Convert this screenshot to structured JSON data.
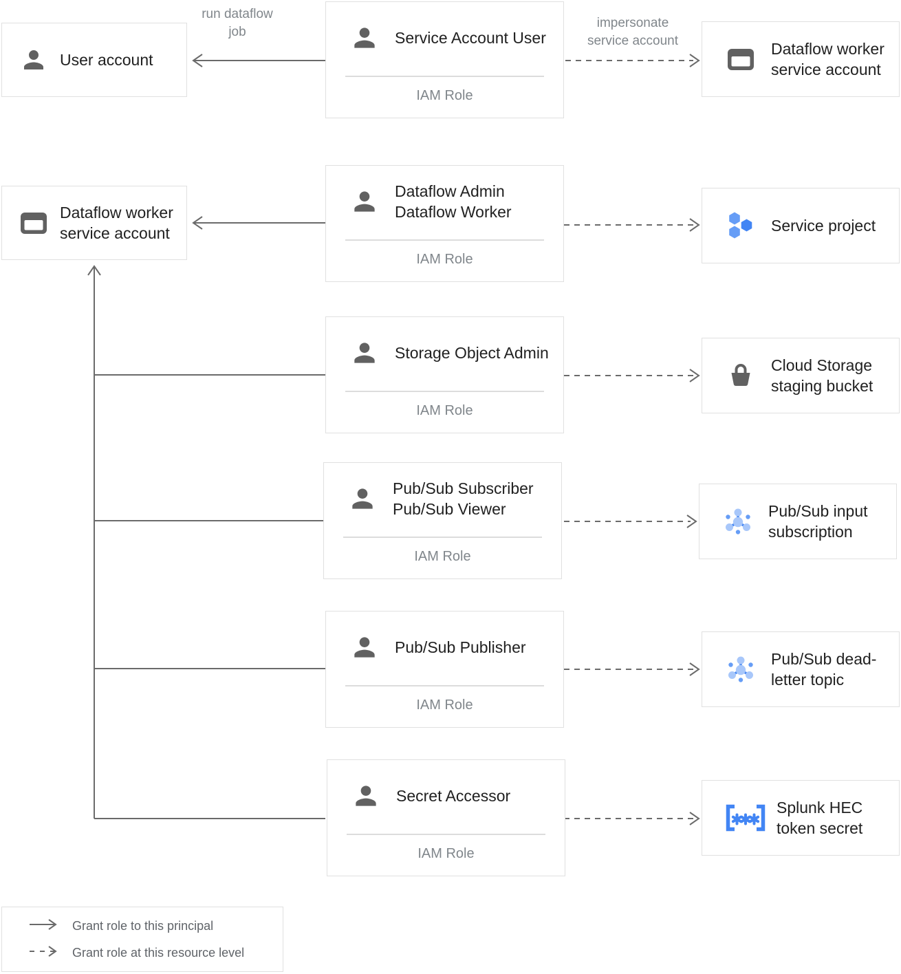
{
  "edge_labels": {
    "run_dataflow_job": "run dataflow job",
    "impersonate_service_account": "impersonate service account"
  },
  "left_nodes": [
    {
      "label": "User account",
      "icon": "person-icon"
    },
    {
      "label": "Dataflow worker service account",
      "icon": "service-account-icon"
    }
  ],
  "iam_nodes": [
    {
      "line1": "Service Account User",
      "line2": "",
      "sub": "IAM Role"
    },
    {
      "line1": "Dataflow Admin",
      "line2": "Dataflow Worker",
      "sub": "IAM Role"
    },
    {
      "line1": "Storage Object Admin",
      "line2": "",
      "sub": "IAM Role"
    },
    {
      "line1": "Pub/Sub Subscriber",
      "line2": "Pub/Sub Viewer",
      "sub": "IAM Role"
    },
    {
      "line1": "Pub/Sub Publisher",
      "line2": "",
      "sub": "IAM Role"
    },
    {
      "line1": "Secret Accessor",
      "line2": "",
      "sub": "IAM Role"
    }
  ],
  "right_nodes": [
    {
      "label": "Dataflow worker service account",
      "icon": "service-account-icon"
    },
    {
      "label": "Service project",
      "icon": "hexagon-cluster-icon"
    },
    {
      "label": "Cloud Storage staging bucket",
      "icon": "storage-bucket-icon"
    },
    {
      "label": "Pub/Sub input subscription",
      "icon": "pubsub-icon"
    },
    {
      "label": "Pub/Sub dead-letter topic",
      "icon": "pubsub-icon"
    },
    {
      "label": "Splunk HEC token secret",
      "icon": "secret-icon"
    }
  ],
  "legend": {
    "items": [
      {
        "label": "Grant role to this principal",
        "line_style": "solid"
      },
      {
        "label": "Grant role at this resource level",
        "line_style": "dashed"
      }
    ]
  },
  "colors": {
    "accent_blue": "#4285f4",
    "medium_blue": "#669df6",
    "light_blue": "#a8c7fa",
    "icon_gray": "#616161",
    "text_dark": "#212121",
    "text_gray": "#80868b",
    "line_gray": "#6a6a6a",
    "border_gray": "#e0e0e0"
  }
}
